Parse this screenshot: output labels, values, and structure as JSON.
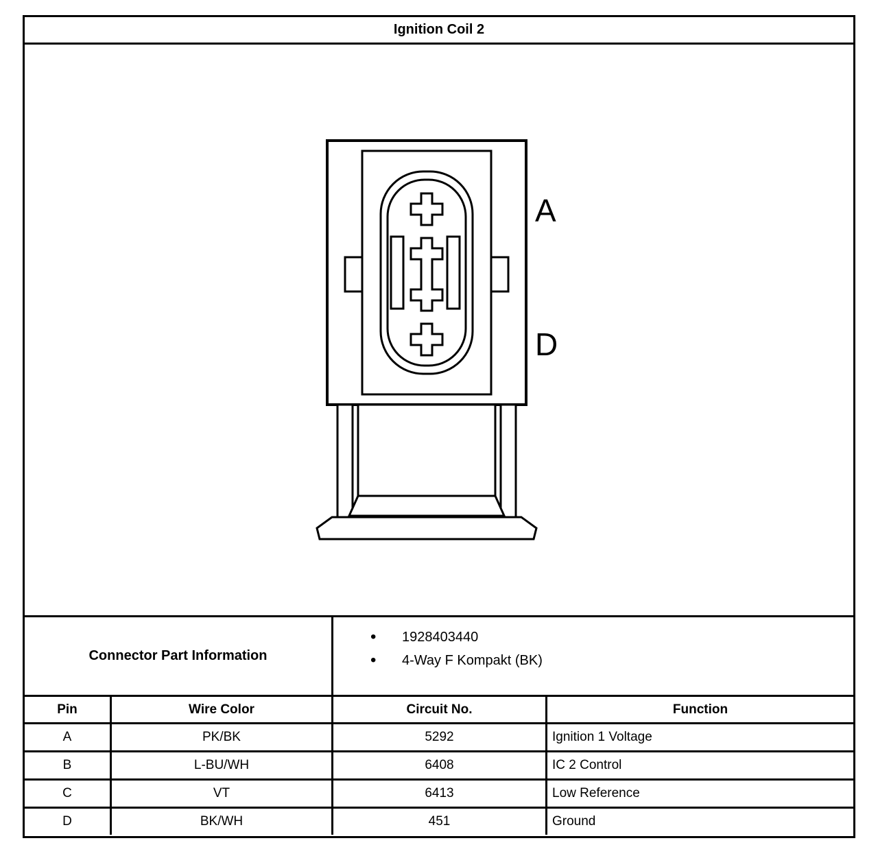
{
  "title": "Ignition Coil 2",
  "connector": {
    "pin_label_top": "A",
    "pin_label_bottom": "D"
  },
  "part_info": {
    "label": "Connector Part Information",
    "items": [
      "1928403440",
      "4-Way F Kompakt (BK)"
    ]
  },
  "pin_table": {
    "headers": [
      "Pin",
      "Wire Color",
      "Circuit No.",
      "Function"
    ],
    "rows": [
      {
        "pin": "A",
        "wire_color": "PK/BK",
        "circuit": "5292",
        "function": "Ignition 1 Voltage"
      },
      {
        "pin": "B",
        "wire_color": "L-BU/WH",
        "circuit": "6408",
        "function": "IC 2 Control"
      },
      {
        "pin": "C",
        "wire_color": "VT",
        "circuit": "6413",
        "function": "Low Reference"
      },
      {
        "pin": "D",
        "wire_color": "BK/WH",
        "circuit": "451",
        "function": "Ground"
      }
    ]
  }
}
